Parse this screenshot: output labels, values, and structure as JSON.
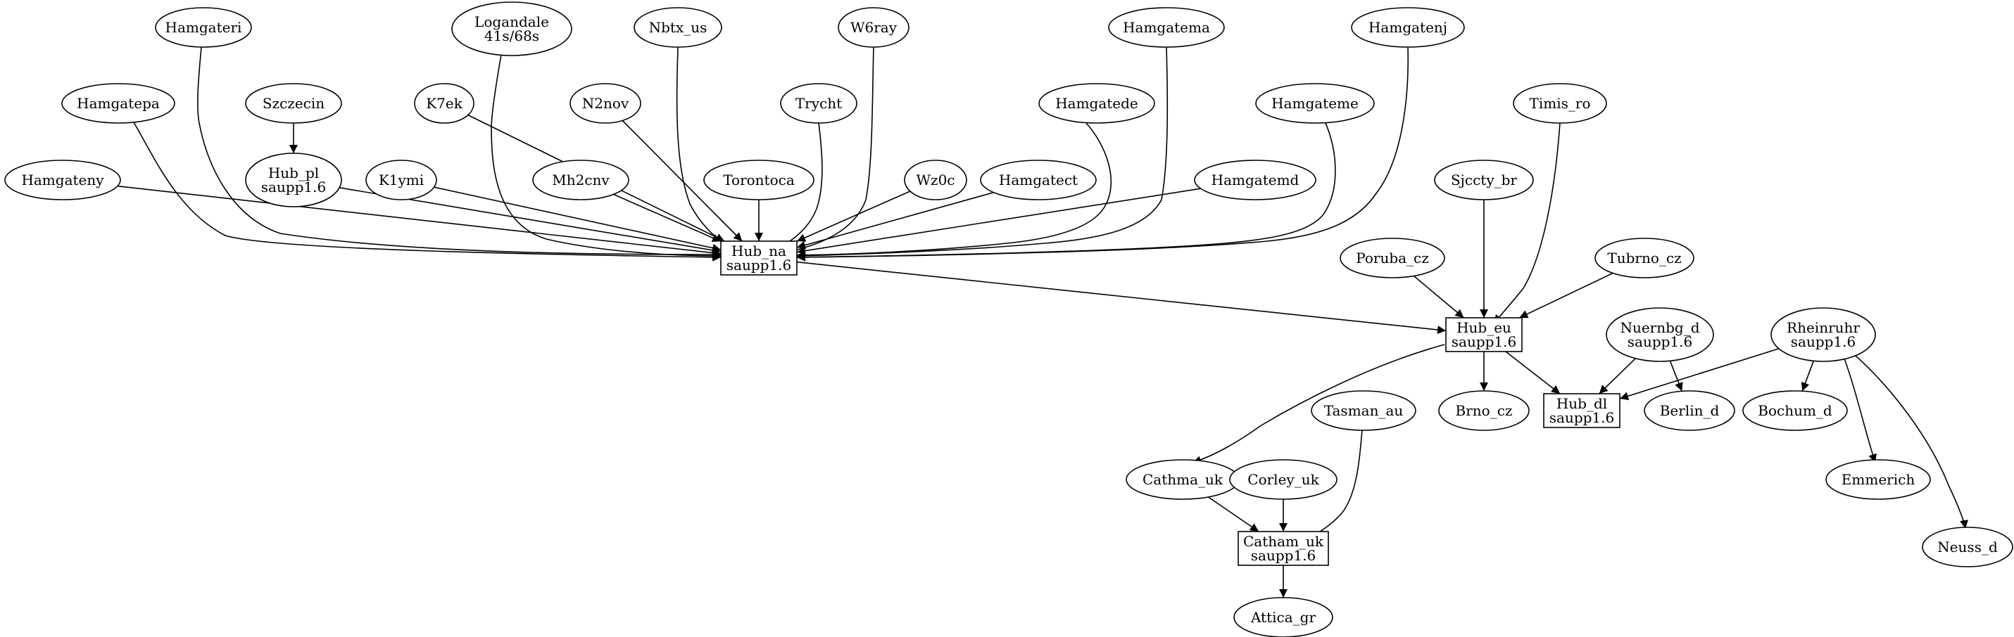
{
  "graph": {
    "nodes": [
      {
        "id": "Hamgateri",
        "label": [
          "Hamgateri"
        ],
        "shape": "ellipse"
      },
      {
        "id": "Logandale",
        "label": [
          "Logandale",
          "41s/68s"
        ],
        "shape": "ellipse"
      },
      {
        "id": "Nbtx_us",
        "label": [
          "Nbtx_us"
        ],
        "shape": "ellipse"
      },
      {
        "id": "W6ray",
        "label": [
          "W6ray"
        ],
        "shape": "ellipse"
      },
      {
        "id": "Hamgatema",
        "label": [
          "Hamgatema"
        ],
        "shape": "ellipse"
      },
      {
        "id": "Hamgatenj",
        "label": [
          "Hamgatenj"
        ],
        "shape": "ellipse"
      },
      {
        "id": "Hamgatepa",
        "label": [
          "Hamgatepa"
        ],
        "shape": "ellipse"
      },
      {
        "id": "Szczecin",
        "label": [
          "Szczecin"
        ],
        "shape": "ellipse"
      },
      {
        "id": "K7ek",
        "label": [
          "K7ek"
        ],
        "shape": "ellipse"
      },
      {
        "id": "N2nov",
        "label": [
          "N2nov"
        ],
        "shape": "ellipse"
      },
      {
        "id": "Trycht",
        "label": [
          "Trycht"
        ],
        "shape": "ellipse"
      },
      {
        "id": "Hamgatede",
        "label": [
          "Hamgatede"
        ],
        "shape": "ellipse"
      },
      {
        "id": "Hamgateme",
        "label": [
          "Hamgateme"
        ],
        "shape": "ellipse"
      },
      {
        "id": "Timis_ro",
        "label": [
          "Timis_ro"
        ],
        "shape": "ellipse"
      },
      {
        "id": "Hamgateny",
        "label": [
          "Hamgateny"
        ],
        "shape": "ellipse"
      },
      {
        "id": "Hub_pl",
        "label": [
          "Hub_pl",
          "saupp1.6"
        ],
        "shape": "ellipse"
      },
      {
        "id": "K1ymi",
        "label": [
          "K1ymi"
        ],
        "shape": "ellipse"
      },
      {
        "id": "Mh2cnv",
        "label": [
          "Mh2cnv"
        ],
        "shape": "ellipse"
      },
      {
        "id": "Torontoca",
        "label": [
          "Torontoca"
        ],
        "shape": "ellipse"
      },
      {
        "id": "Wz0c",
        "label": [
          "Wz0c"
        ],
        "shape": "ellipse"
      },
      {
        "id": "Hamgatect",
        "label": [
          "Hamgatect"
        ],
        "shape": "ellipse"
      },
      {
        "id": "Hamgatemd",
        "label": [
          "Hamgatemd"
        ],
        "shape": "ellipse"
      },
      {
        "id": "Sjccty_br",
        "label": [
          "Sjccty_br"
        ],
        "shape": "ellipse"
      },
      {
        "id": "Hub_na",
        "label": [
          "Hub_na",
          "saupp1.6"
        ],
        "shape": "box"
      },
      {
        "id": "Poruba_cz",
        "label": [
          "Poruba_cz"
        ],
        "shape": "ellipse"
      },
      {
        "id": "Tubrno_cz",
        "label": [
          "Tubrno_cz"
        ],
        "shape": "ellipse"
      },
      {
        "id": "Hub_eu",
        "label": [
          "Hub_eu",
          "saupp1.6"
        ],
        "shape": "box"
      },
      {
        "id": "Nuernbg_d",
        "label": [
          "Nuernbg_d",
          "saupp1.6"
        ],
        "shape": "ellipse"
      },
      {
        "id": "Rheinruhr",
        "label": [
          "Rheinruhr",
          "saupp1.6"
        ],
        "shape": "ellipse"
      },
      {
        "id": "Tasman_au",
        "label": [
          "Tasman_au"
        ],
        "shape": "ellipse"
      },
      {
        "id": "Brno_cz",
        "label": [
          "Brno_cz"
        ],
        "shape": "ellipse"
      },
      {
        "id": "Hub_dl",
        "label": [
          "Hub_dl",
          "saupp1.6"
        ],
        "shape": "box"
      },
      {
        "id": "Berlin_d",
        "label": [
          "Berlin_d"
        ],
        "shape": "ellipse"
      },
      {
        "id": "Bochum_d",
        "label": [
          "Bochum_d"
        ],
        "shape": "ellipse"
      },
      {
        "id": "Cathma_uk",
        "label": [
          "Cathma_uk"
        ],
        "shape": "ellipse"
      },
      {
        "id": "Corley_uk",
        "label": [
          "Corley_uk"
        ],
        "shape": "ellipse"
      },
      {
        "id": "Emmerich",
        "label": [
          "Emmerich"
        ],
        "shape": "ellipse"
      },
      {
        "id": "Catham_uk",
        "label": [
          "Catham_uk",
          "saupp1.6"
        ],
        "shape": "box"
      },
      {
        "id": "Neuss_d",
        "label": [
          "Neuss_d"
        ],
        "shape": "ellipse"
      },
      {
        "id": "Attica_gr",
        "label": [
          "Attica_gr"
        ],
        "shape": "ellipse"
      }
    ],
    "edges": [
      {
        "from": "Szczecin",
        "to": "Hub_pl"
      },
      {
        "from": "Hamgateny",
        "to": "Hub_na"
      },
      {
        "from": "Hamgatepa",
        "to": "Hub_na"
      },
      {
        "from": "Hamgateri",
        "to": "Hub_na"
      },
      {
        "from": "Hub_pl",
        "to": "Hub_na"
      },
      {
        "from": "K1ymi",
        "to": "Hub_na"
      },
      {
        "from": "K7ek",
        "to": "Hub_na"
      },
      {
        "from": "Logandale",
        "to": "Hub_na"
      },
      {
        "from": "Mh2cnv",
        "to": "Hub_na"
      },
      {
        "from": "N2nov",
        "to": "Hub_na"
      },
      {
        "from": "Nbtx_us",
        "to": "Hub_na"
      },
      {
        "from": "Torontoca",
        "to": "Hub_na"
      },
      {
        "from": "Trycht",
        "to": "Hub_na"
      },
      {
        "from": "W6ray",
        "to": "Hub_na"
      },
      {
        "from": "Wz0c",
        "to": "Hub_na"
      },
      {
        "from": "Hamgatect",
        "to": "Hub_na"
      },
      {
        "from": "Hamgatede",
        "to": "Hub_na"
      },
      {
        "from": "Hamgatema",
        "to": "Hub_na"
      },
      {
        "from": "Hamgatemd",
        "to": "Hub_na"
      },
      {
        "from": "Hamgateme",
        "to": "Hub_na"
      },
      {
        "from": "Hamgatenj",
        "to": "Hub_na"
      },
      {
        "from": "Hub_na",
        "to": "Hub_eu"
      },
      {
        "from": "Sjccty_br",
        "to": "Hub_eu"
      },
      {
        "from": "Timis_ro",
        "to": "Hub_eu"
      },
      {
        "from": "Poruba_cz",
        "to": "Hub_eu"
      },
      {
        "from": "Tubrno_cz",
        "to": "Hub_eu"
      },
      {
        "from": "Hub_eu",
        "to": "Brno_cz"
      },
      {
        "from": "Hub_eu",
        "to": "Hub_dl"
      },
      {
        "from": "Hub_eu",
        "to": "Cathma_uk"
      },
      {
        "from": "Nuernbg_d",
        "to": "Hub_dl"
      },
      {
        "from": "Nuernbg_d",
        "to": "Berlin_d"
      },
      {
        "from": "Rheinruhr",
        "to": "Hub_dl"
      },
      {
        "from": "Rheinruhr",
        "to": "Bochum_d"
      },
      {
        "from": "Rheinruhr",
        "to": "Emmerich"
      },
      {
        "from": "Rheinruhr",
        "to": "Neuss_d"
      },
      {
        "from": "Cathma_uk",
        "to": "Catham_uk"
      },
      {
        "from": "Corley_uk",
        "to": "Catham_uk"
      },
      {
        "from": "Tasman_au",
        "to": "Catham_uk"
      },
      {
        "from": "Catham_uk",
        "to": "Attica_gr"
      }
    ]
  }
}
